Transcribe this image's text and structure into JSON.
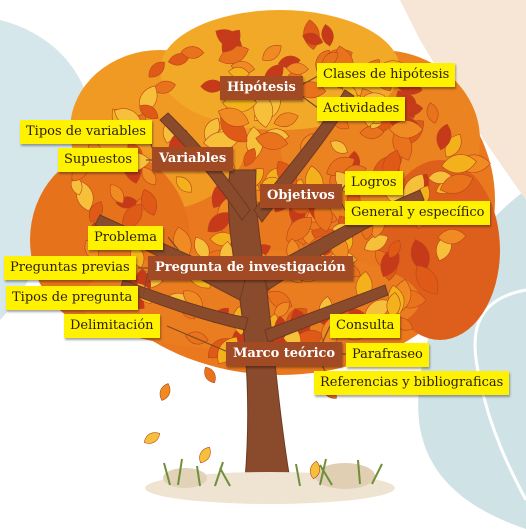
{
  "colors": {
    "trunk": "#8a4a2c",
    "leaf_orange": "#e8731c",
    "leaf_yellow": "#f3b21c",
    "leaf_red": "#c63a1a",
    "label_yellow": "#fff200",
    "label_brown": "#a14a24",
    "bg_blue": "#cfe3e6",
    "bg_peach": "#f7e3cf"
  },
  "icons": [
    "tree-illustration",
    "leaf-icon",
    "grass-icon",
    "rock-icon"
  ],
  "categories": {
    "hipotesis": "Hipótesis",
    "variables": "Variables",
    "objetivos": "Objetivos",
    "pregunta": "Pregunta de investigación",
    "marco": "Marco teórico"
  },
  "items": {
    "clases_hipotesis": "Clases de hipótesis",
    "actividades": "Actividades",
    "tipos_variables": "Tipos de variables",
    "supuestos": "Supuestos",
    "logros": "Logros",
    "general_especifico": "General y específico",
    "problema": "Problema",
    "preguntas_previas": "Preguntas previas",
    "tipos_pregunta": "Tipos de pregunta",
    "delimitacion": "Delimitación",
    "consulta": "Consulta",
    "parafraseo": "Parafraseo",
    "referencias": "Referencias y bibliograficas"
  }
}
